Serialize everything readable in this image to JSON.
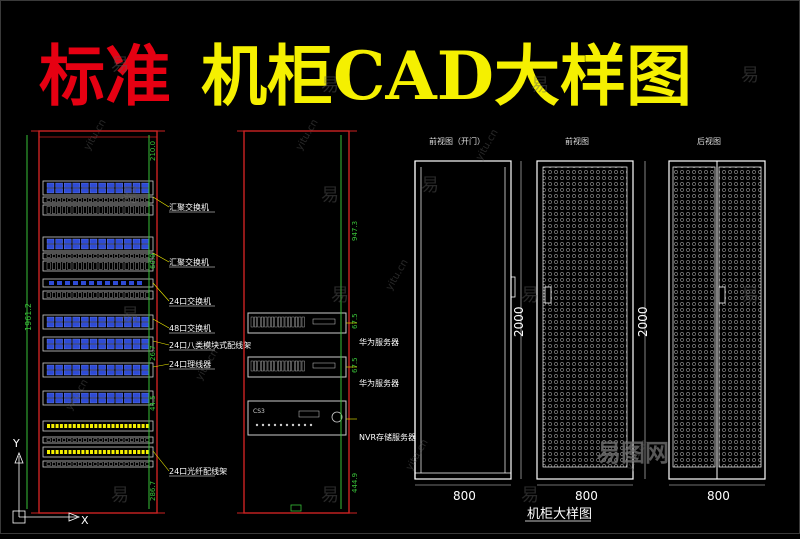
{
  "title": {
    "red_part": "标准",
    "yellow_part": "机柜CAD大样图",
    "red_color": "#e60012",
    "yellow_color": "#f5f000"
  },
  "left_rack": {
    "labels": [
      "汇聚交换机",
      "汇聚交换机",
      "24口交换机",
      "48口交换机",
      "24口八类模块式配线架",
      "24口理线器",
      "24口光纤配线架"
    ],
    "dims": [
      "210.0",
      "1961.2",
      "60.0",
      "26.7",
      "44.5",
      "286.7"
    ]
  },
  "middle_rack": {
    "labels": [
      "华为服务器",
      "华为服务器",
      "NVR存储服务器"
    ],
    "dims": [
      "947.3",
      "67.5",
      "67.5",
      "444.9"
    ],
    "device_tag": "CS3"
  },
  "views": {
    "front_open_label": "前视图（开门）",
    "front_label": "前视图",
    "back_label": "后视图",
    "height_dim": "2000",
    "width_dim": "800",
    "caption": "机柜大样图"
  },
  "ucs": {
    "y_label": "Y",
    "x_label": "X"
  },
  "watermark": {
    "brand": "易图网",
    "small": "易",
    "site": "yitu.cn"
  }
}
